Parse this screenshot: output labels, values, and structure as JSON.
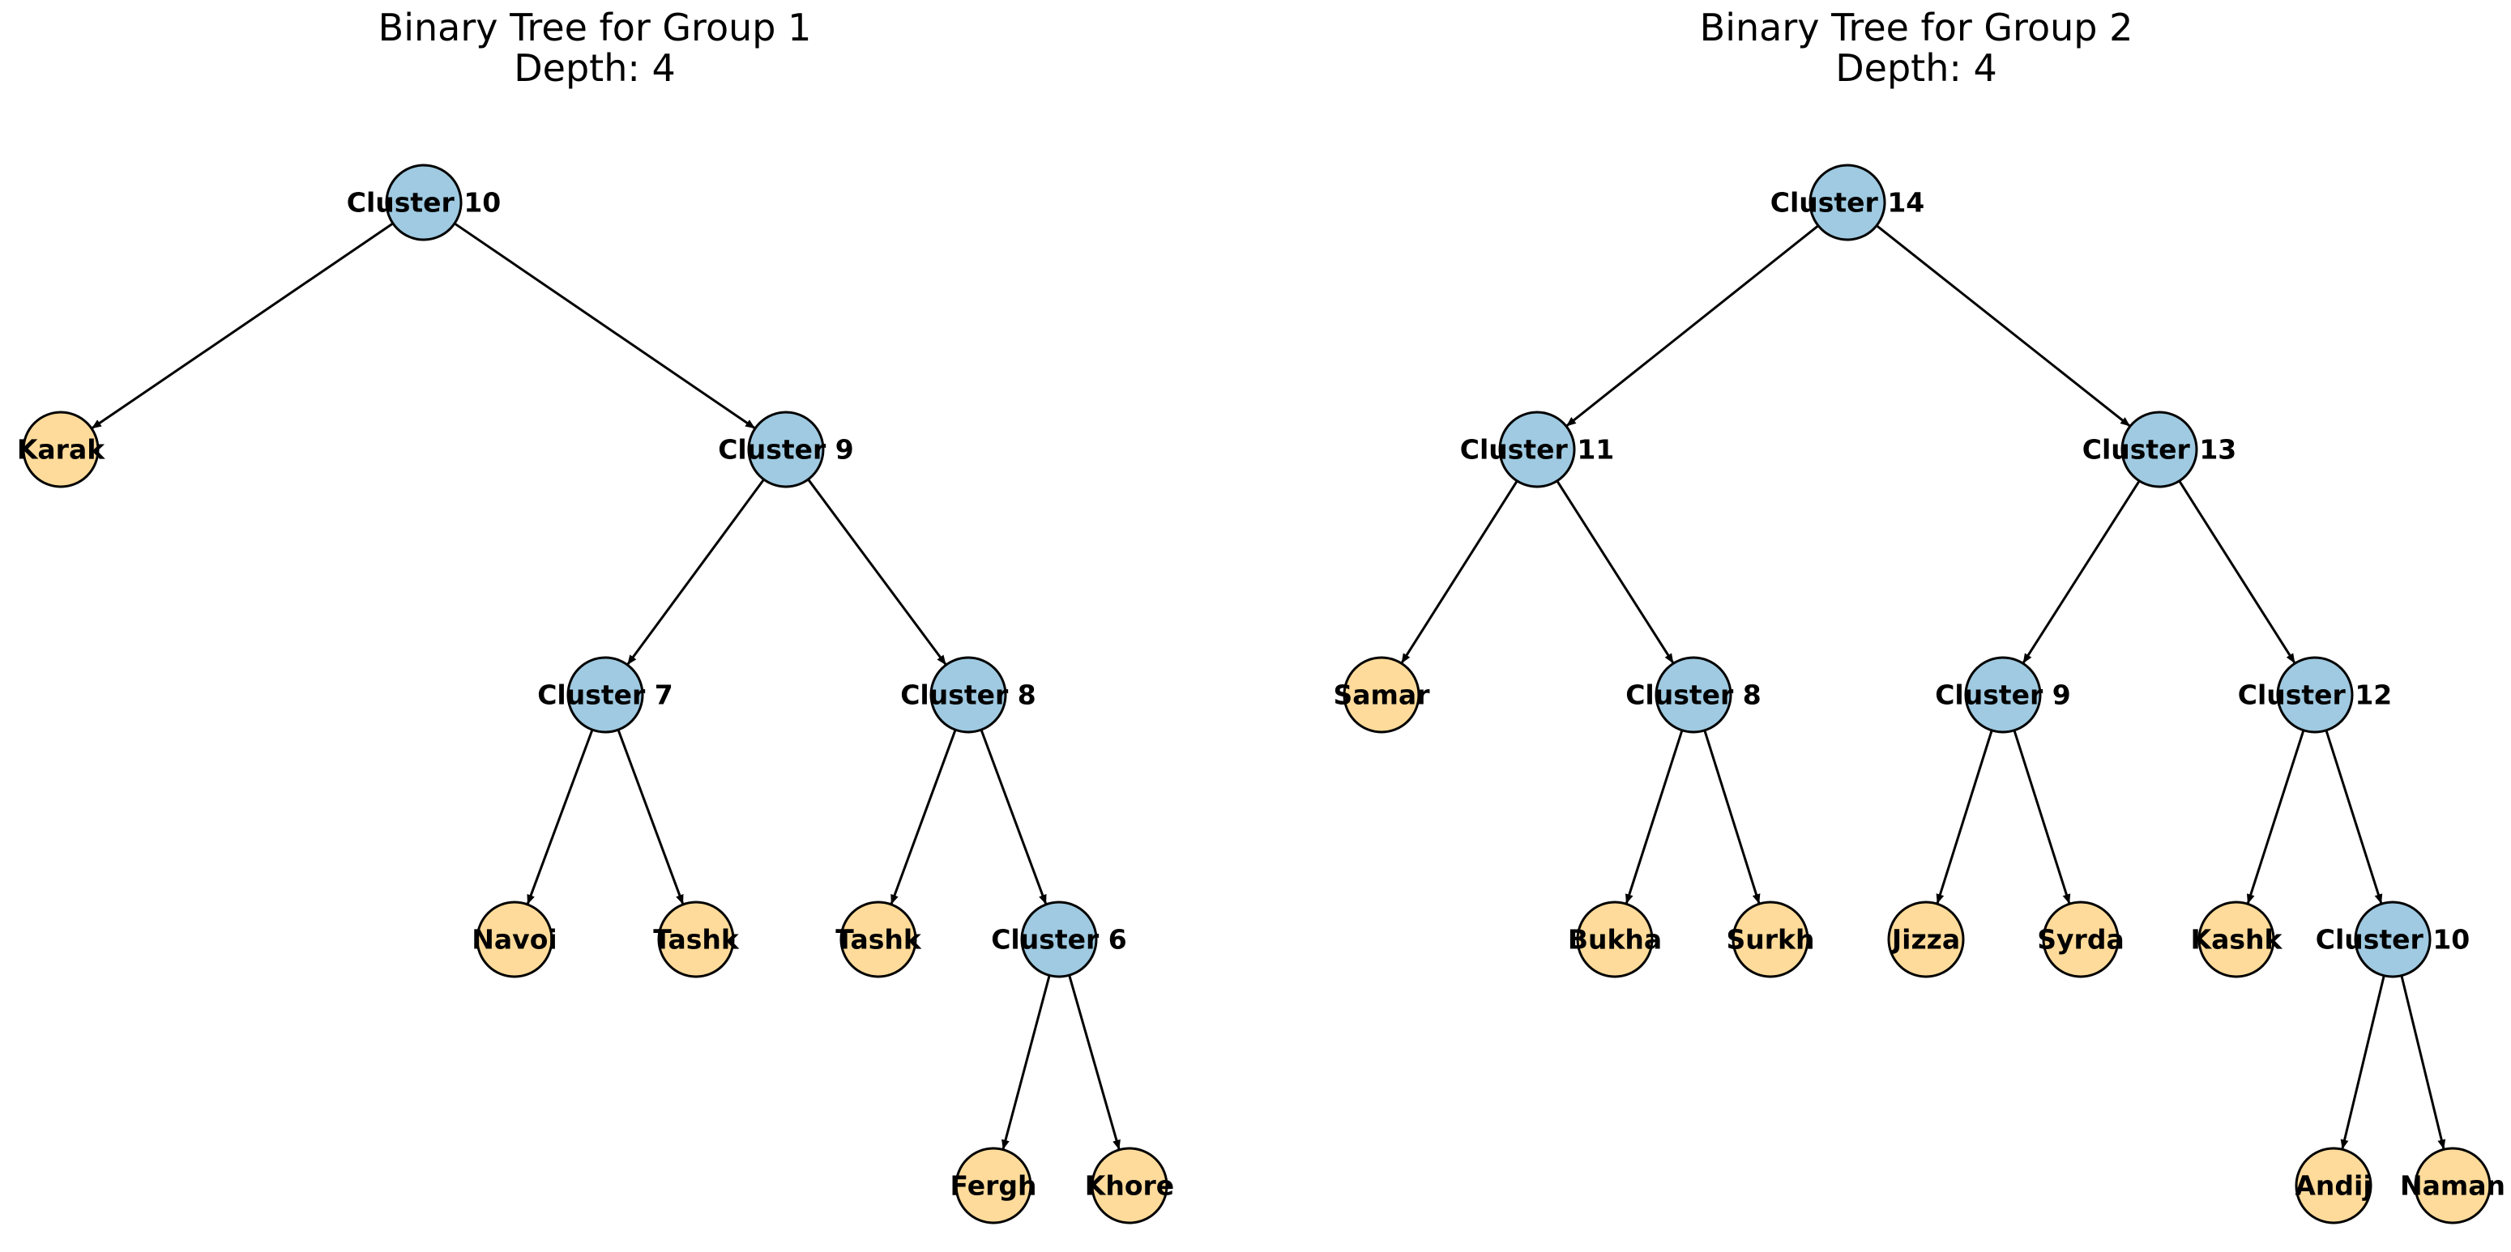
{
  "colors": {
    "cluster_fill": "#9fcae1",
    "leaf_fill": "#fedb9a",
    "edge": "#000000",
    "node_outline": "#000000",
    "text": "#000000"
  },
  "trees": [
    {
      "title_line1": "Binary Tree for Group 1",
      "title_line2": "Depth: 4",
      "nodes": [
        {
          "id": "g1-cluster-10",
          "label": "Cluster 10",
          "type": "cluster"
        },
        {
          "id": "g1-karak",
          "label": "Karak",
          "type": "leaf"
        },
        {
          "id": "g1-cluster-9",
          "label": "Cluster 9",
          "type": "cluster"
        },
        {
          "id": "g1-cluster-7",
          "label": "Cluster 7",
          "type": "cluster"
        },
        {
          "id": "g1-cluster-8",
          "label": "Cluster 8",
          "type": "cluster"
        },
        {
          "id": "g1-navoi",
          "label": "Navoi",
          "type": "leaf"
        },
        {
          "id": "g1-tashk-a",
          "label": "Tashk",
          "type": "leaf"
        },
        {
          "id": "g1-tashk-b",
          "label": "Tashk",
          "type": "leaf"
        },
        {
          "id": "g1-cluster-6",
          "label": "Cluster 6",
          "type": "cluster"
        },
        {
          "id": "g1-fergh",
          "label": "Fergh",
          "type": "leaf"
        },
        {
          "id": "g1-khore",
          "label": "Khore",
          "type": "leaf"
        }
      ],
      "edges": [
        [
          "g1-cluster-10",
          "g1-karak"
        ],
        [
          "g1-cluster-10",
          "g1-cluster-9"
        ],
        [
          "g1-cluster-9",
          "g1-cluster-7"
        ],
        [
          "g1-cluster-9",
          "g1-cluster-8"
        ],
        [
          "g1-cluster-7",
          "g1-navoi"
        ],
        [
          "g1-cluster-7",
          "g1-tashk-a"
        ],
        [
          "g1-cluster-8",
          "g1-tashk-b"
        ],
        [
          "g1-cluster-8",
          "g1-cluster-6"
        ],
        [
          "g1-cluster-6",
          "g1-fergh"
        ],
        [
          "g1-cluster-6",
          "g1-khore"
        ]
      ]
    },
    {
      "title_line1": "Binary Tree for Group 2",
      "title_line2": "Depth: 4",
      "nodes": [
        {
          "id": "g2-cluster-14",
          "label": "Cluster 14",
          "type": "cluster"
        },
        {
          "id": "g2-cluster-11",
          "label": "Cluster 11",
          "type": "cluster"
        },
        {
          "id": "g2-cluster-13",
          "label": "Cluster 13",
          "type": "cluster"
        },
        {
          "id": "g2-samar",
          "label": "Samar",
          "type": "leaf"
        },
        {
          "id": "g2-cluster-8",
          "label": "Cluster 8",
          "type": "cluster"
        },
        {
          "id": "g2-cluster-9",
          "label": "Cluster 9",
          "type": "cluster"
        },
        {
          "id": "g2-cluster-12",
          "label": "Cluster 12",
          "type": "cluster"
        },
        {
          "id": "g2-bukha",
          "label": "Bukha",
          "type": "leaf"
        },
        {
          "id": "g2-surkh",
          "label": "Surkh",
          "type": "leaf"
        },
        {
          "id": "g2-jizza",
          "label": "Jizza",
          "type": "leaf"
        },
        {
          "id": "g2-syrda",
          "label": "Syrda",
          "type": "leaf"
        },
        {
          "id": "g2-kashk",
          "label": "Kashk",
          "type": "leaf"
        },
        {
          "id": "g2-cluster-10",
          "label": "Cluster 10",
          "type": "cluster"
        },
        {
          "id": "g2-andij",
          "label": "Andij",
          "type": "leaf"
        },
        {
          "id": "g2-naman",
          "label": "Naman",
          "type": "leaf"
        }
      ],
      "edges": [
        [
          "g2-cluster-14",
          "g2-cluster-11"
        ],
        [
          "g2-cluster-14",
          "g2-cluster-13"
        ],
        [
          "g2-cluster-11",
          "g2-samar"
        ],
        [
          "g2-cluster-11",
          "g2-cluster-8"
        ],
        [
          "g2-cluster-13",
          "g2-cluster-9"
        ],
        [
          "g2-cluster-13",
          "g2-cluster-12"
        ],
        [
          "g2-cluster-8",
          "g2-bukha"
        ],
        [
          "g2-cluster-8",
          "g2-surkh"
        ],
        [
          "g2-cluster-9",
          "g2-jizza"
        ],
        [
          "g2-cluster-9",
          "g2-syrda"
        ],
        [
          "g2-cluster-12",
          "g2-kashk"
        ],
        [
          "g2-cluster-12",
          "g2-cluster-10"
        ],
        [
          "g2-cluster-10",
          "g2-andij"
        ],
        [
          "g2-cluster-10",
          "g2-naman"
        ]
      ]
    }
  ]
}
